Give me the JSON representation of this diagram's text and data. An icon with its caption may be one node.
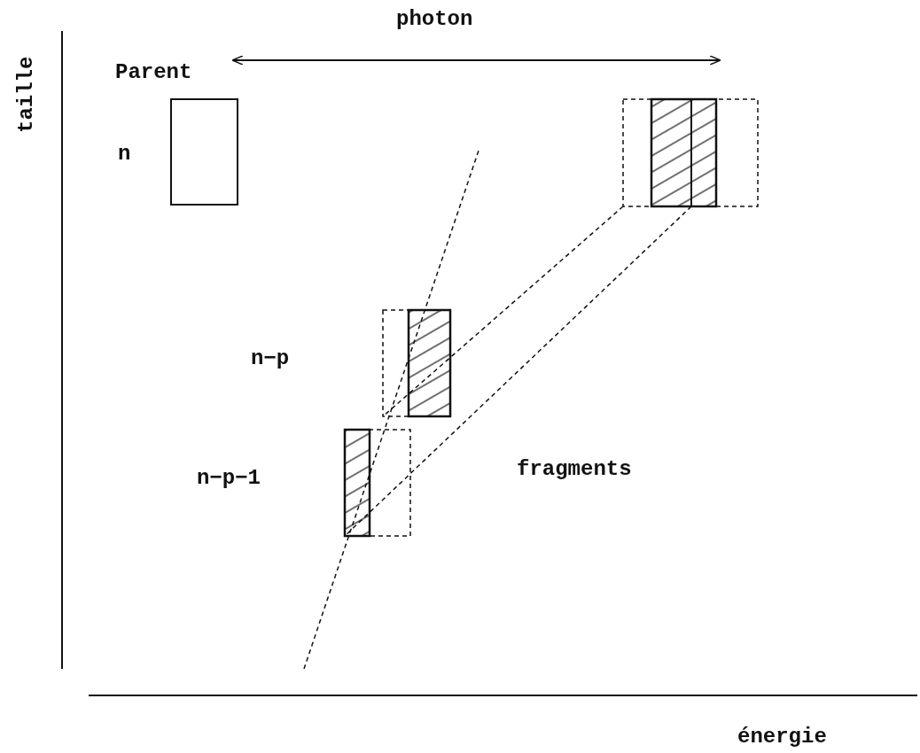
{
  "diagram": {
    "nodes": [
      {
        "text": [
          "Parent"
        ],
        "beside": [
          "n"
        ]
      },
      {
        "text": [],
        "shape": "box"
      },
      {
        "text": [],
        "shape": "box"
      },
      {
        "text": [],
        "shape": "box"
      }
    ],
    "edges": [
      {
        "from": 1,
        "to": 2,
        "arrow": "none",
        "style": "dashed"
      },
      {
        "from": 1,
        "to": 3,
        "arrow": "none",
        "style": "dashed"
      }
    ],
    "labels": [
      "photon",
      "taille",
      "n−p",
      "n−p−1",
      "fragments",
      "énergie"
    ]
  }
}
